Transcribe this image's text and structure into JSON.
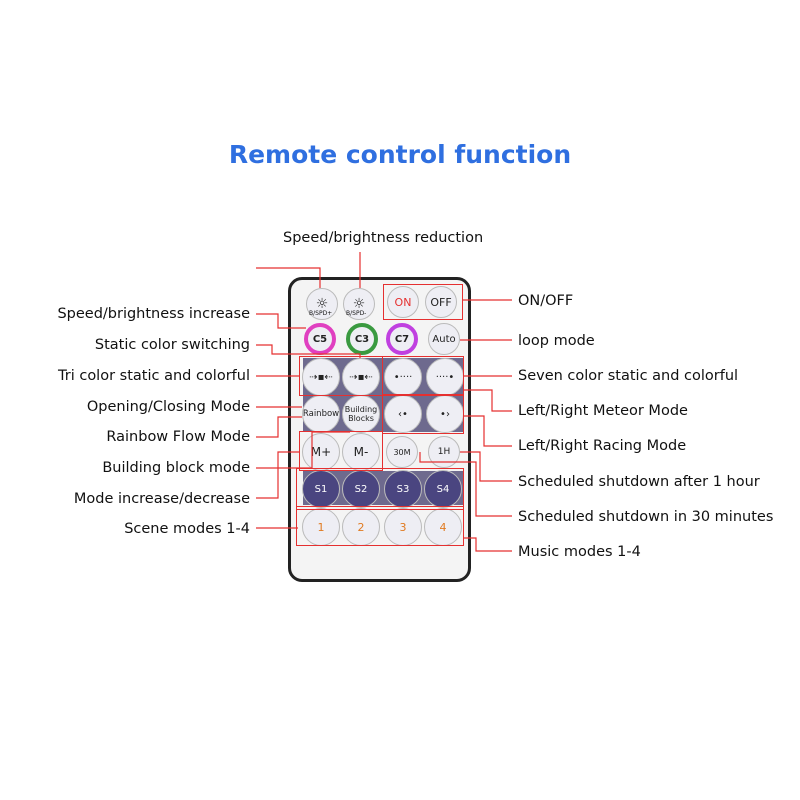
{
  "title": "Remote control function",
  "labels_left": [
    "Speed/brightness increase",
    "Static color switching",
    "Tri color static and colorful",
    "Opening/Closing Mode",
    "Rainbow Flow Mode",
    "Building block mode",
    "Mode increase/decrease",
    "Scene modes 1-4"
  ],
  "labels_right": [
    "ON/OFF",
    "loop mode",
    "Seven color static and colorful",
    "Left/Right Meteor Mode",
    "Left/Right Racing Mode",
    "Scheduled shutdown after 1 hour",
    "Scheduled shutdown in 30 minutes",
    "Music modes 1-4"
  ],
  "label_top": "Speed/brightness reduction",
  "buttons": {
    "speed_small": "B/SPD+",
    "speed_small2": "B/SPD-",
    "on": "ON",
    "off": "OFF",
    "c5": "C5",
    "c3": "C3",
    "c7": "C7",
    "auto": "Auto",
    "rainbow": "Rainbow",
    "building": "Building Blocks",
    "mplus": "M+",
    "mminus": "M-",
    "t30": "30M",
    "t1h": "1H",
    "s1": "S1",
    "s2": "S2",
    "s3": "S3",
    "s4": "S4",
    "m1": "1",
    "m2": "2",
    "m3": "3",
    "m4": "4"
  },
  "colors": {
    "title": "#2f6fe0",
    "lines": "#e53030",
    "zone": "#6e6a8e"
  }
}
